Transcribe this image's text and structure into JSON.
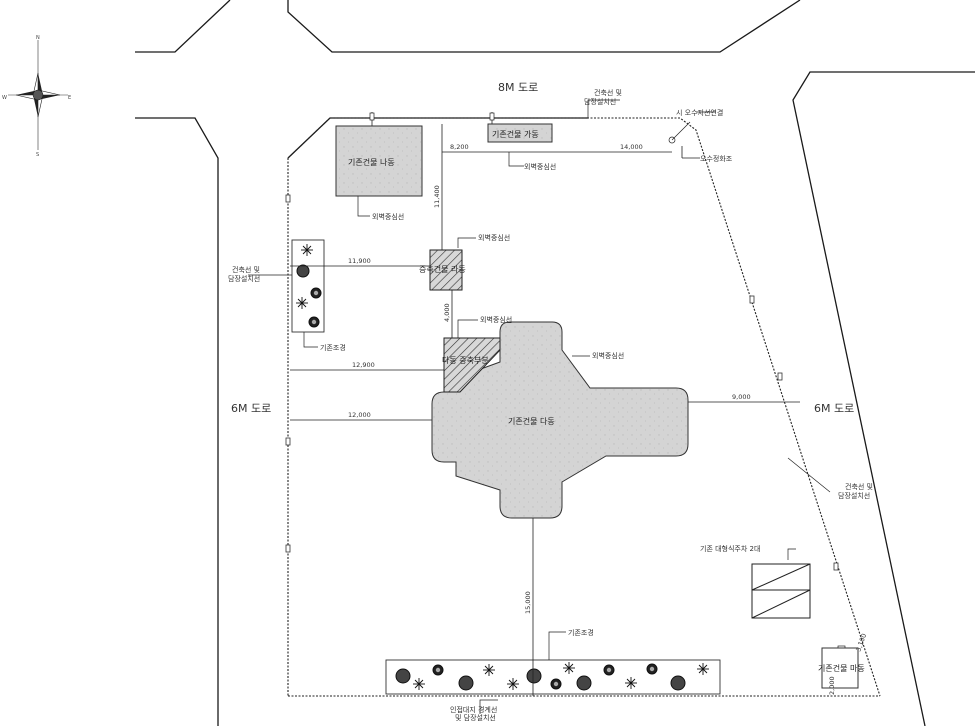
{
  "roads": {
    "north": "8M 도로",
    "west": "6M 도로",
    "east": "6M 도로"
  },
  "compass": {
    "n": "N",
    "e": "E",
    "s": "S",
    "w": "W"
  },
  "buildings": {
    "na": "기존건물 나동",
    "ga": "기존건물 가동",
    "ra": "증축건물 라동",
    "da": "기존건물 다동",
    "ma": "다동 증축부분",
    "ba": "기존건물 마동"
  },
  "labels": {
    "setback_top": "건축선 및\n담장설치선",
    "sewer_conn": "시 오수지선연결",
    "septic": "오수정화조",
    "wall_center_1": "외벽중심선",
    "wall_center_2": "외벽중심선",
    "wall_center_3": "외벽중심선",
    "wall_center_4": "외벽중심선",
    "wall_center_5": "외벽중심선",
    "setback_left": "건축선 및\n담장설치선",
    "landscape_left": "기존조경",
    "parking": "기존 대형식주차 2대",
    "setback_right": "건축선 및\n담장설치선",
    "landscape_bottom": "기존조경",
    "boundary_bottom": "인접대지 경계선\n및 담장설치선"
  },
  "dimensions": {
    "d1": "8,200",
    "d2": "14,000",
    "d3": "11,400",
    "d4": "11,900",
    "d5": "4,000",
    "d6": "12,900",
    "d7": "12,000",
    "d8": "9,000",
    "d9": "15,000",
    "d10": "3,100",
    "d11": "2,000"
  }
}
